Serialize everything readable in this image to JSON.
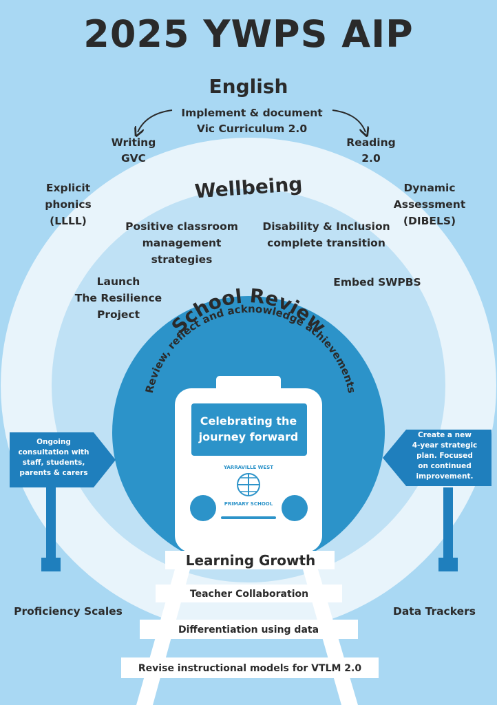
{
  "title": "2025 YWPS AIP",
  "english": {
    "heading": "English",
    "center": [
      "Implement & document",
      "Vic Curriculum 2.0"
    ],
    "writing": [
      "Writing",
      "GVC"
    ],
    "reading": [
      "Reading",
      "2.0"
    ],
    "phonics": [
      "Explicit",
      "phonics",
      "(LLLL)"
    ],
    "assessment": [
      "Dynamic",
      "Assessment",
      "(DIBELS)"
    ]
  },
  "wellbeing": {
    "heading": "Wellbeing",
    "positive": [
      "Positive classroom",
      "management",
      "strategies"
    ],
    "disability": [
      "Disability & Inclusion",
      "complete transition"
    ],
    "resilience": [
      "Launch",
      "The Resilience",
      "Project"
    ],
    "swpbs": "Embed SWPBS"
  },
  "review": {
    "heading": "School Review",
    "arc_text": "Review, reflect and acknowledge achievements"
  },
  "train": {
    "screen": [
      "Celebrating the",
      "journey forward"
    ],
    "logo_top": "YARRAVILLE WEST",
    "logo_bottom": "PRIMARY SCHOOL"
  },
  "signs": {
    "left": [
      "Ongoing",
      "consultation with",
      "staff, students,",
      "parents & carers"
    ],
    "right": [
      "Create a new",
      "4-year strategic",
      "plan. Focused",
      "on continued",
      "improvement."
    ]
  },
  "track": {
    "learning_growth": "Learning Growth",
    "sleepers": [
      "Teacher Collaboration",
      "Differentiation using data",
      "Revise instructional models for VTLM 2.0"
    ]
  },
  "sides": {
    "left": "Proficiency Scales",
    "right": "Data Trackers"
  },
  "colors": {
    "background": "#a9d8f3",
    "outer_ring": "#e8f4fb",
    "middle_ring": "#bfe1f5",
    "review_circle": "#2c93c9",
    "dark_blue": "#1f7fbd",
    "text": "#2a2a2a"
  }
}
